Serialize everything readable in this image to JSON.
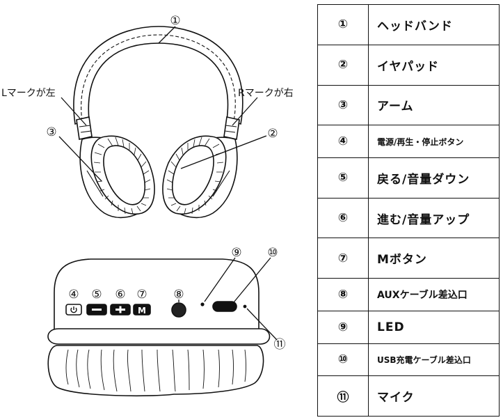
{
  "diagram": {
    "callouts": [
      "①",
      "②",
      "③",
      "④",
      "⑤",
      "⑥",
      "⑦",
      "⑧",
      "⑨",
      "⑩",
      "⑪"
    ],
    "left_mark_note": "Lマークが左",
    "right_mark_note": "Rマークが右",
    "button_icons": [
      "power-icon",
      "minus-icon",
      "plus-icon",
      "m-icon"
    ],
    "button_m_text": "M"
  },
  "legend": {
    "rows": [
      {
        "num": "①",
        "label": "ヘッドバンド"
      },
      {
        "num": "②",
        "label": "イヤパッド"
      },
      {
        "num": "③",
        "label": "アーム"
      },
      {
        "num": "④",
        "label": "電源/再生・停止ボタン"
      },
      {
        "num": "⑤",
        "label": "戻る/音量ダウン"
      },
      {
        "num": "⑥",
        "label": "進む/音量アップ"
      },
      {
        "num": "⑦",
        "label": "Mボタン"
      },
      {
        "num": "⑧",
        "label": "AUXケーブル差込口"
      },
      {
        "num": "⑨",
        "label": "LED"
      },
      {
        "num": "⑩",
        "label": "USB充電ケーブル差込口"
      },
      {
        "num": "⑪",
        "label": "マイク"
      }
    ]
  }
}
